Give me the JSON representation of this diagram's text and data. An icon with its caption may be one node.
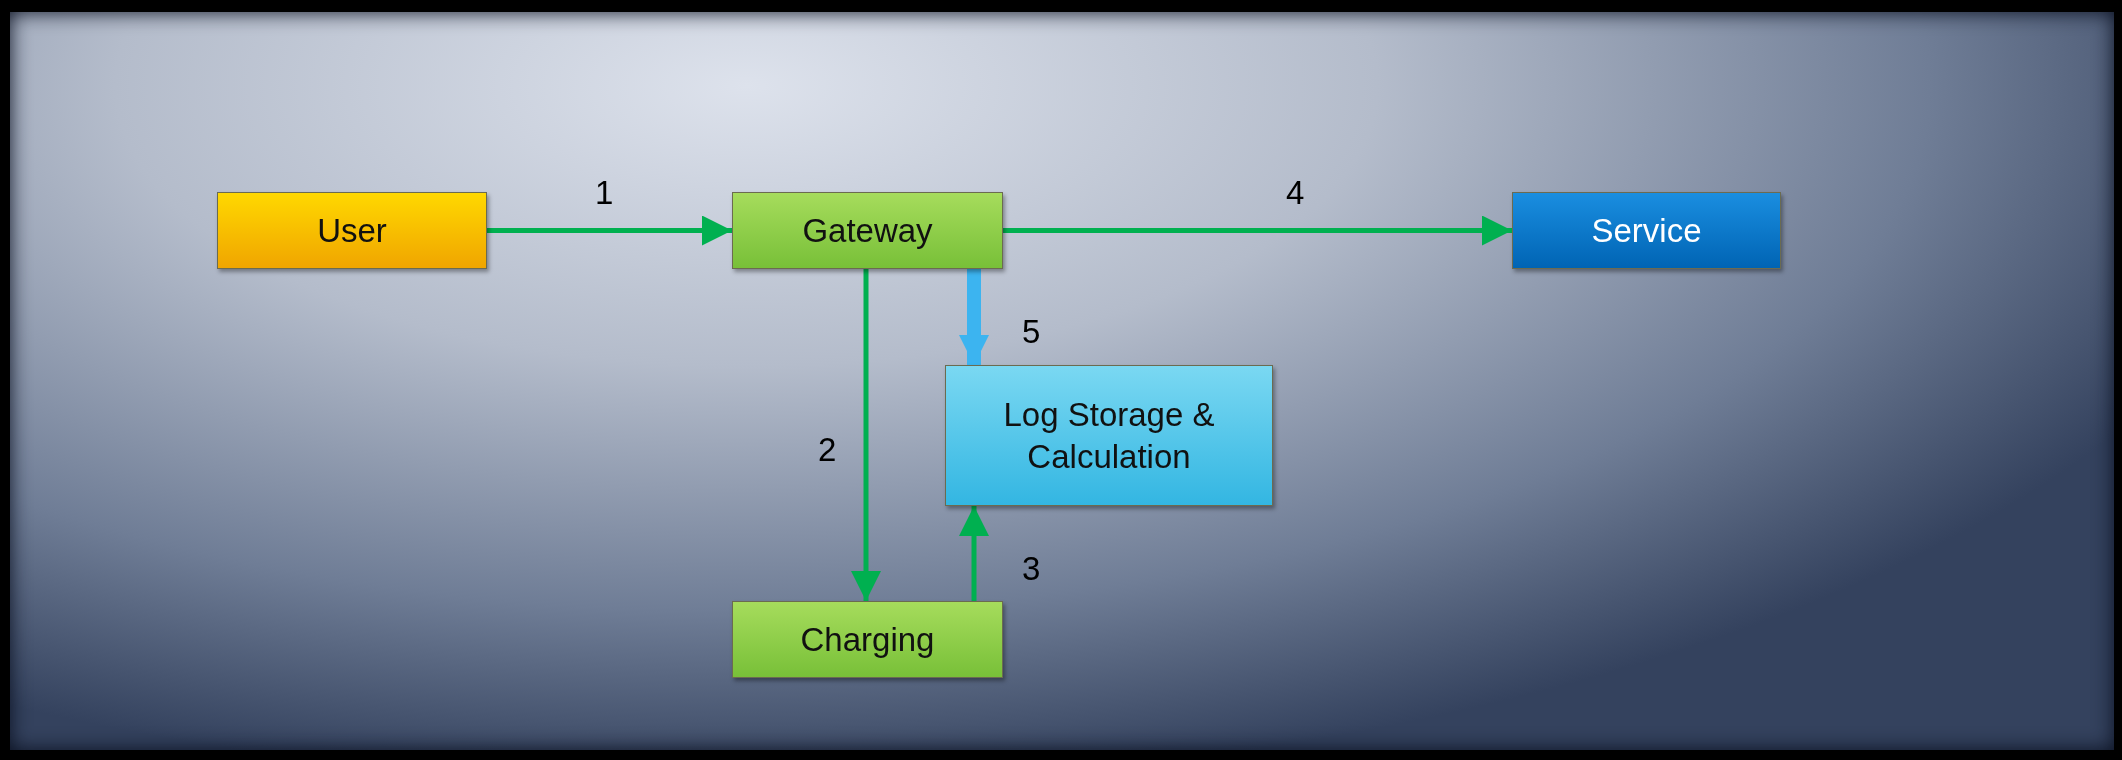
{
  "diagram": {
    "nodes": [
      {
        "text": [
          "User"
        ]
      },
      {
        "text": [
          "Gateway"
        ]
      },
      {
        "text": [
          "Service"
        ]
      },
      {
        "text": [
          "Log Storage & Calculation"
        ]
      },
      {
        "text": [
          "Charging"
        ]
      }
    ],
    "edges": [
      {
        "from": 0,
        "to": 1,
        "arrow": "to",
        "label": "1"
      },
      {
        "from": 1,
        "to": 4,
        "arrow": "to",
        "label": "2"
      },
      {
        "from": 4,
        "to": 3,
        "arrow": "to",
        "label": "3"
      },
      {
        "from": 1,
        "to": 2,
        "arrow": "to",
        "label": "4"
      },
      {
        "from": 1,
        "to": 3,
        "arrow": "to",
        "label": "5",
        "style": "thick",
        "color": "#3cb4f0"
      }
    ]
  }
}
